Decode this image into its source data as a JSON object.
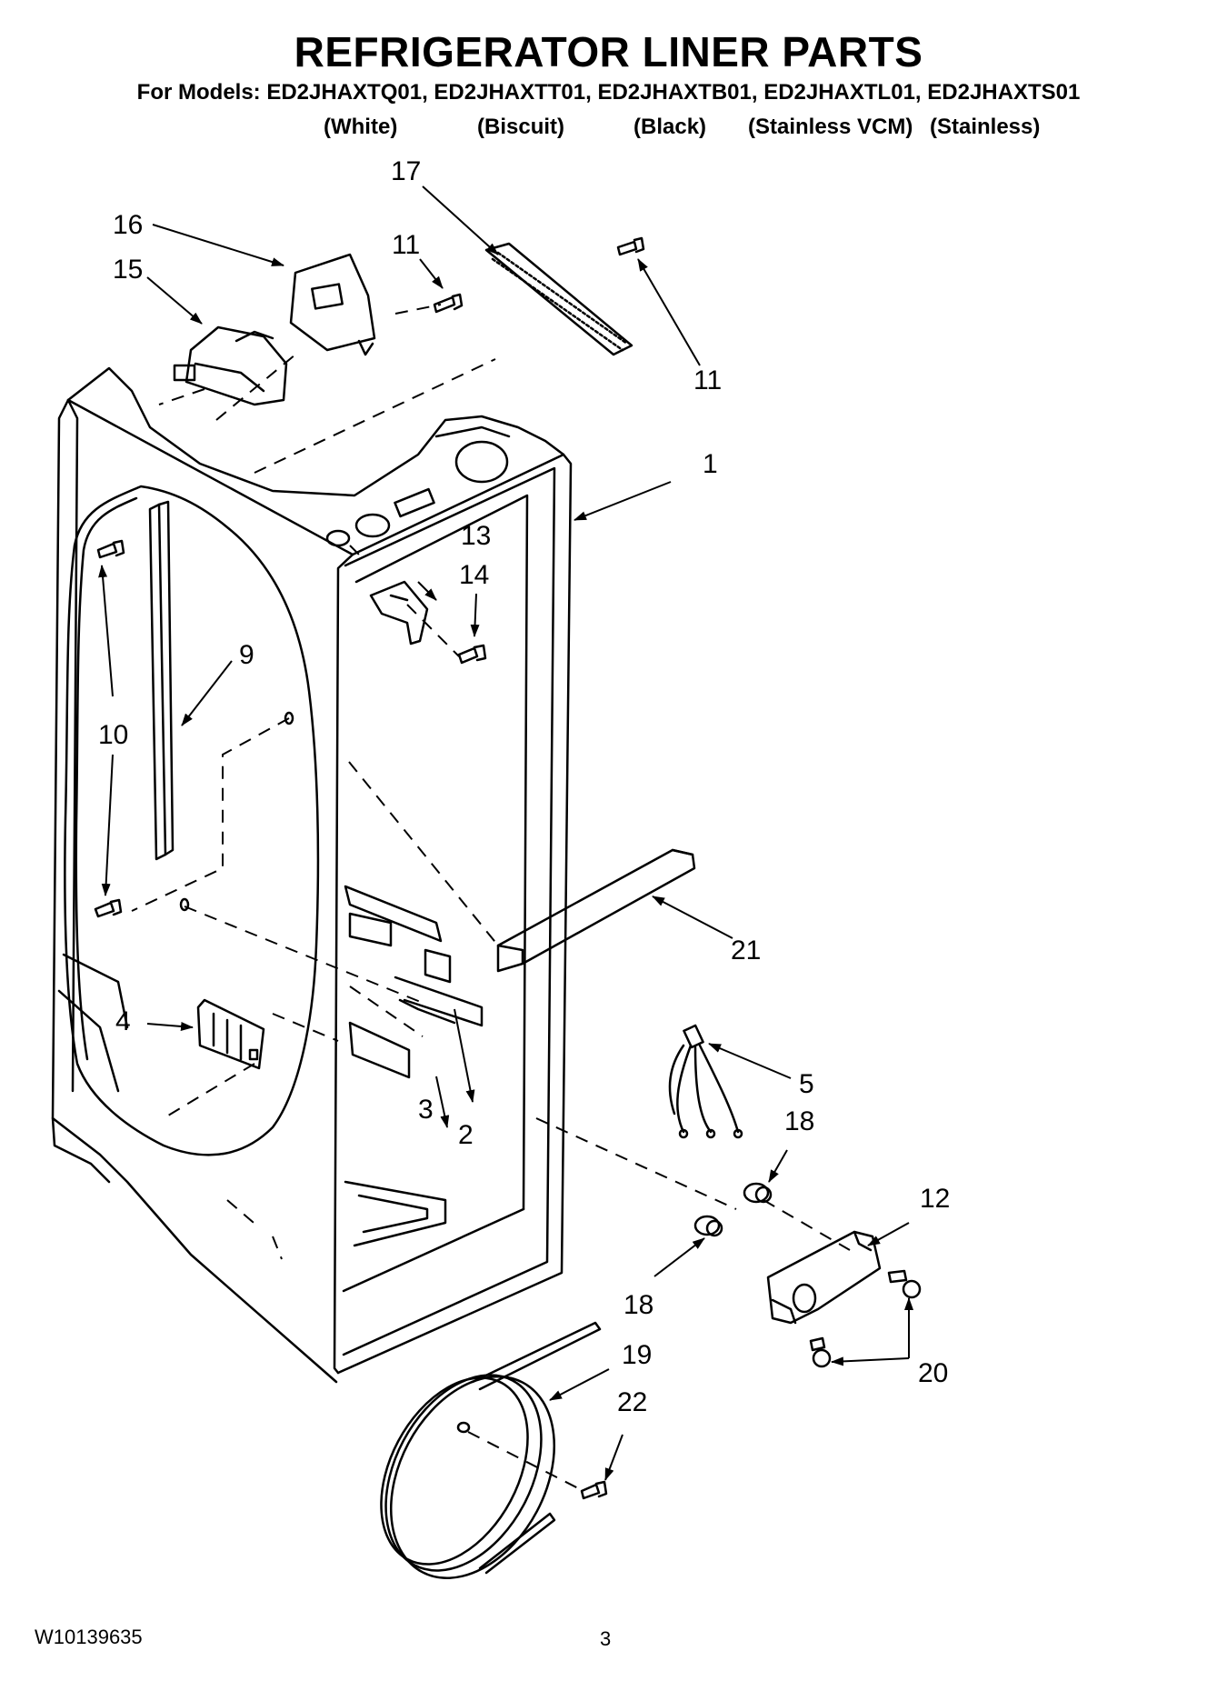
{
  "header": {
    "title": "REFRIGERATOR LINER PARTS",
    "models_line": "For Models: ED2JHAXTQ01, ED2JHAXTT01, ED2JHAXTB01, ED2JHAXTL01, ED2JHAXTS01",
    "finishes": [
      "(White)",
      "(Biscuit)",
      "(Black)",
      "(Stainless VCM)",
      "(Stainless)"
    ]
  },
  "callouts": {
    "c1": "1",
    "c2": "2",
    "c3": "3",
    "c4": "4",
    "c5": "5",
    "c9": "9",
    "c10": "10",
    "c11a": "11",
    "c11b": "11",
    "c12": "12",
    "c13": "13",
    "c14": "14",
    "c15": "15",
    "c16": "16",
    "c17": "17",
    "c18a": "18",
    "c18b": "18",
    "c19": "19",
    "c20": "20",
    "c21": "21",
    "c22": "22"
  },
  "footer": {
    "doc_number": "W10139635",
    "page_number": "3"
  }
}
